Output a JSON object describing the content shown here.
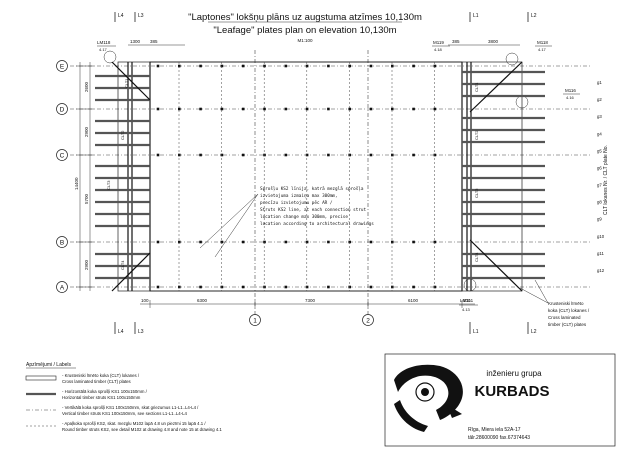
{
  "title": {
    "lv": "\"Laptones\" lokšņu plāns uz augstuma atzīmes 10,130m",
    "en": "\"Leafage\" plates plan on elevation 10,130m",
    "scale": "M1:100"
  },
  "grid": {
    "rows": [
      "E",
      "D",
      "C",
      "B",
      "A"
    ],
    "cols": [
      "1",
      "2"
    ],
    "row_dims": [
      "2600",
      "2900",
      "5700",
      "2900"
    ],
    "total_dim": "14400",
    "bottom_dims": [
      "100",
      "6300",
      "7300",
      "6100",
      "100"
    ],
    "top_left_dims": [
      "385",
      "1300"
    ],
    "top_right_dims": [
      "385",
      "3800"
    ]
  },
  "section_marks": {
    "top": [
      "L4",
      "L3",
      "L1",
      "L2"
    ],
    "bottom": [
      "L4",
      "L3",
      "L1",
      "L2"
    ]
  },
  "callouts": {
    "m118": [
      "LM118",
      "4.17"
    ],
    "m119a": [
      "M119",
      "4.18"
    ],
    "m118b": [
      "M118",
      "4.17"
    ],
    "m116": [
      "M116",
      "4.16"
    ],
    "m111": [
      "LM111",
      "4.13"
    ],
    "clt_note": [
      "Krusteniski līmēto",
      "koka (CLT) lokanes /",
      "Cross laminated",
      "timber (CLT) plates"
    ]
  },
  "center_note": [
    "Sprošļu KS2 līnija, katrā mezglā sprošļa",
    "izvietojuma izmaiņa max 300mm,",
    "precīzu izvietojumu pēc AR /",
    "Struts KS2 line, at each connection strut",
    "location change max 300mm, precise",
    "location according to architectural drawings"
  ],
  "plate_labels": {
    "left": [
      "CLT1",
      "CLT2",
      "CLT3",
      "CLT4"
    ],
    "right": [
      "CLT1",
      "CLT2",
      "CLT3",
      "CLT4"
    ]
  },
  "side_numbers": [
    "g1",
    "g2",
    "g3",
    "g4",
    "g5",
    "g6",
    "g7",
    "g8",
    "g9",
    "g10",
    "g11",
    "g12"
  ],
  "side_title": "CLT lokanes Nr. / CLT plate No.",
  "legend": {
    "heading": "Apzīmējumi / Labels",
    "items": [
      [
        "- Krusteniski līmēto koka (CLT) lokanes /",
        "Cross laminated timber (CLT) plates"
      ],
      [
        "- Horizontālā koka sprošļi KS1 100x150mm /",
        "Horizontal timber struts KS1 100x150mm"
      ],
      [
        "- Vertikālā koka sprošļi KS1 100x150mm, skat griezumus L1-L1..L4-L4 /",
        "Vertical timber struts KS1 100x150mm, see sections L1-L1..L4-L4"
      ],
      [
        "- Apaļkoka sprošļi KS2, skat. mezglu M102 lapā 4.8 un piezīmi 15 lapā 4.1 /",
        "Round timber struts KS2, see detail M102 at drawing 4.8 and note 15 at drawing 4.1"
      ]
    ]
  },
  "company": {
    "tagline": "inženieru grupa",
    "name": "KURBADS",
    "address": "Rīga, Miera iela 52A-17",
    "phone": "tālr.28600090 fax.67374643"
  }
}
